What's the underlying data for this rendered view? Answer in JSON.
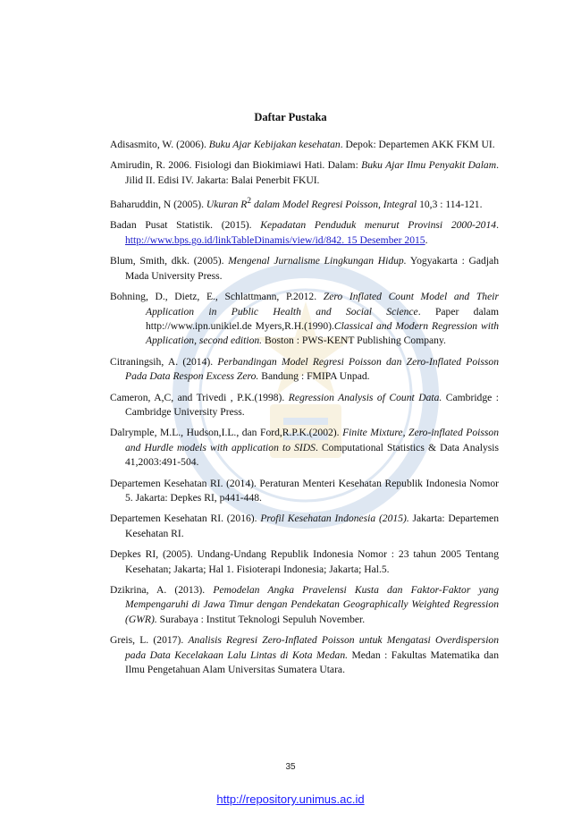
{
  "title": "Daftar Pustaka",
  "references": [
    {
      "before": "Adisasmito, W. (2006). ",
      "italic": "Buku Ajar Kebijakan kesehatan",
      "after": ". Depok: Departemen AKK FKM UI."
    },
    {
      "before": "Amirudin, R. 2006. Fisiologi dan Biokimiawi Hati. Dalam: ",
      "italic": "Buku Ajar Ilmu Penyakit Dalam",
      "after": ". Jilid II. Edisi IV. Jakarta: Balai Penerbit FKUI."
    },
    {
      "before": "Baharuddin, N (2005). ",
      "italic": "Ukuran R",
      "sup": "2",
      "italic2": " dalam Model Regresi Poisson, Integral",
      "after": " 10,3 : 114-121."
    },
    {
      "before": "Badan Pusat Statistik. (2015). ",
      "italic": "Kepadatan Penduduk menurut Provinsi 2000-2014",
      "after": ". ",
      "link": "http://www.bps.go.id/linkTableDinamis/view/id/842. 15 Desember 2015",
      "after2": "."
    },
    {
      "before": "Blum, Smith, dkk. (2005). ",
      "italic": "Mengenal Jurnalisme Lingkungan Hidup.",
      "after": " Yogyakarta : Gadjah Mada University Press."
    },
    {
      "before": "Bohning, D., Dietz, E., Schlattmann, P.2012. ",
      "italic": "Zero Inflated Count Model and Their Application in Public Health and Social Science",
      "after": ". Paper dalam http://www.ipn.unikiel.de Myers,R.H.(1990).",
      "italic2": "Classical and Modern Regression with Application, second edition.",
      "after2": " Boston : PWS-KENT Publishing Company."
    },
    {
      "before": "Citraningsih, A. (2014). ",
      "italic": "Perbandingan Model Regresi Poisson dan Zero-Inflated Poisson Pada Data Respon Excess Zero.",
      "after": " Bandung : FMIPA Unpad."
    },
    {
      "before": "Cameron, A,C, and Trivedi , P.K.(1998). ",
      "italic": "Regression Analysis of Count Data.",
      "after": " Cambridge : Cambridge University Press."
    },
    {
      "before": "Dalrymple, M.L., Hudson,I.L., dan Ford,R.P.K.(2002). ",
      "italic": "Finite Mixture, Zero-inflated Poisson and Hurdle models with application to SIDS",
      "after": ". Computational Statistics & Data Analysis 41,2003:491-504."
    },
    {
      "before": "Departemen Kesehatan RI. (2014). Peraturan Menteri Kesehatan Republik Indonesia Nomor 5. Jakarta: Depkes RI, p441-448.",
      "italic": "",
      "after": ""
    },
    {
      "before": "Departemen Kesehatan RI. (2016). ",
      "italic": "Profil Kesehatan Indonesia (2015).",
      "after": " Jakarta: Departemen Kesehatan RI."
    },
    {
      "before": "Depkes RI, (2005). Undang-Undang Republik Indonesia Nomor : 23 tahun 2005 Tentang Kesehatan; Jakarta; Hal 1. Fisioterapi Indonesia; Jakarta; Hal.5.",
      "italic": "",
      "after": ""
    },
    {
      "before": "Dzikrina, A. (2013). ",
      "italic": "Pemodelan Angka Pravelensi Kusta dan Faktor-Faktor yang Mempengaruhi di Jawa Timur dengan Pendekatan Geographically Weighted Regression (GWR).",
      "after": " Surabaya : Institut Teknologi Sepuluh November."
    },
    {
      "before": "Greis, L. (2017). ",
      "italic": "Analisis Regresi Zero-Inflated Poisson untuk Mengatasi Overdispersion pada Data Kecelakaan Lalu Lintas di Kota Medan.",
      "after": " Medan : Fakultas Matematika dan Ilmu Pengetahuan Alam Universitas Sumatera Utara."
    }
  ],
  "page_number": "35",
  "footer_link": "http://repository.unimus.ac.id",
  "colors": {
    "link": "#1a1aff",
    "watermark_blue": "#3a6fb0",
    "watermark_gold": "#d9b44a"
  }
}
